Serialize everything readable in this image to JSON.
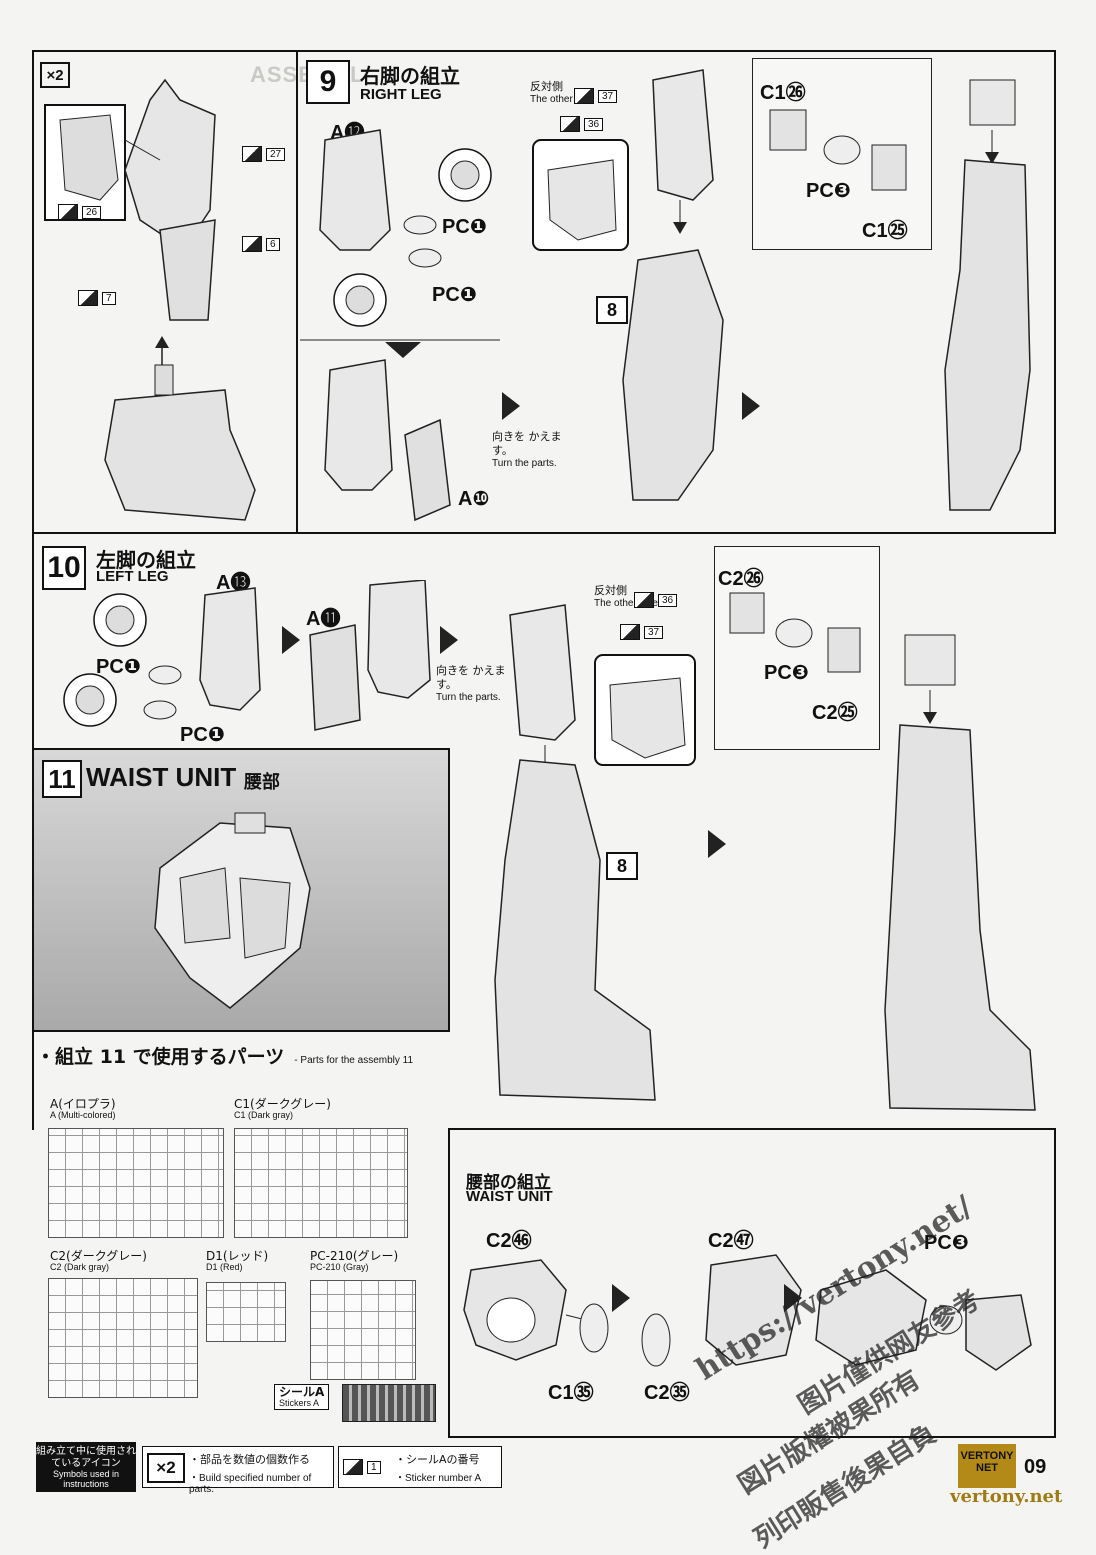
{
  "header": {
    "x2_badge": "×2"
  },
  "step9": {
    "number": "9",
    "title_jp": "右脚の組立",
    "title_en": "RIGHT LEG",
    "labels": {
      "a12": "A⓬",
      "pc1_top": "PC❶",
      "pc1_bottom": "PC❶",
      "a10": "A❿",
      "c1_26": "C1㉖",
      "pc3": "PC❸",
      "c1_25": "C1㉕",
      "sub8": "8"
    },
    "turn_note_jp": "向きを かえます。",
    "turn_note_en": "Turn the parts.",
    "other_side_jp": "反対側",
    "other_side_en": "The other side",
    "stickers": [
      "37",
      "36"
    ]
  },
  "left_panel": {
    "stickers": [
      "27",
      "26",
      "6",
      "7"
    ]
  },
  "step10": {
    "number": "10",
    "title_jp": "左脚の組立",
    "title_en": "LEFT LEG",
    "labels": {
      "a13": "A⓭",
      "a11": "A⓫",
      "pc1_top": "PC❶",
      "pc1_bottom": "PC❶",
      "c2_26": "C2㉖",
      "pc3": "PC❸",
      "c2_25": "C2㉕",
      "sub8": "8"
    },
    "turn_note_jp": "向きを かえます。",
    "turn_note_en": "Turn the parts.",
    "other_side_jp": "反対側",
    "other_side_en": "The other side",
    "stickers": [
      "36",
      "37"
    ]
  },
  "step11": {
    "number": "11",
    "title_en": "WAIST UNIT",
    "title_jp": "腰部",
    "parts_heading_jp": "・組立 11 で使用するパーツ",
    "parts_heading_en": "- Parts for the assembly 11",
    "sprues": [
      {
        "title_jp": "A(イロプラ)",
        "title_en": "A (Multi-colored)"
      },
      {
        "title_jp": "C1(ダークグレー)",
        "title_en": "C1 (Dark gray)"
      },
      {
        "title_jp": "C2(ダークグレー)",
        "title_en": "C2 (Dark gray)"
      },
      {
        "title_jp": "D1(レッド)",
        "title_en": "D1 (Red)"
      },
      {
        "title_jp": "PC-210(グレー)",
        "title_en": "PC-210 (Gray)"
      }
    ],
    "sticker_sheet_jp": "シールA",
    "sticker_sheet_en": "Stickers A"
  },
  "waist_sub": {
    "title_jp": "腰部の組立",
    "title_en": "WAIST UNIT",
    "labels": {
      "c2_46": "C2㊻",
      "c1_35": "C1㉟",
      "c2_47": "C2㊼",
      "c2_35": "C2㉟",
      "pc3": "PC❸"
    }
  },
  "footer": {
    "symbols_jp": "組み立て中に使用されているアイコン",
    "symbols_en": "Symbols used in instructions",
    "x2_icon": "×2",
    "x2_desc_jp": "・部品を数値の個数作る",
    "x2_desc_en": "・Build specified number of parts.",
    "sticker_icon_num": "1",
    "sticker_desc_jp": "・シールAの番号",
    "sticker_desc_en": "・Sticker number A",
    "page_number": "09",
    "logo_line1": "VERTONY",
    "logo_line2": "NET",
    "site": "vertony.net"
  },
  "watermark": {
    "url": "https://vertony.net/",
    "line1": "图片僅供网友參考",
    "line2": "図片版權被果所有",
    "line3": "列印販售後果自負"
  }
}
